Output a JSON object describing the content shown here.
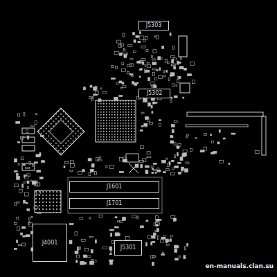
{
  "diagram": {
    "nodes": [
      {
        "text": [
          "J5303"
        ]
      },
      {
        "text": [
          "J5302"
        ]
      },
      {
        "text": [
          "J1601"
        ]
      },
      {
        "text": [
          "J1701"
        ]
      },
      {
        "text": [
          "J4001"
        ]
      },
      {
        "text": [
          "J5301"
        ]
      }
    ],
    "labels": [
      "en-manuals.clan.su"
    ]
  }
}
